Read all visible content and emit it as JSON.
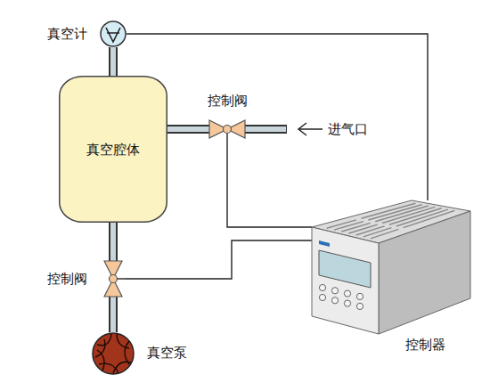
{
  "diagram": {
    "nodes": [
      {
        "text": [
          "真空计"
        ]
      },
      {
        "text": [
          "控制阀"
        ]
      },
      {
        "text": [
          "真空腔体"
        ]
      },
      {
        "text": [
          "控制阀"
        ]
      },
      {
        "text": [
          "真空泵"
        ]
      },
      {
        "text": [
          "控制器"
        ]
      }
    ],
    "edges": [
      {
        "from": 0,
        "to": 2,
        "arrow": "none"
      },
      {
        "from": 2,
        "to": 1,
        "arrow": "none"
      },
      {
        "from": 2,
        "to": 3,
        "arrow": "none"
      },
      {
        "from": 3,
        "to": 4,
        "arrow": "none"
      },
      {
        "from": 0,
        "to": 5,
        "arrow": "none"
      },
      {
        "from": 1,
        "to": 5,
        "arrow": "none"
      },
      {
        "from": 3,
        "to": 5,
        "arrow": "none"
      }
    ],
    "labels": [
      "进气口"
    ]
  }
}
